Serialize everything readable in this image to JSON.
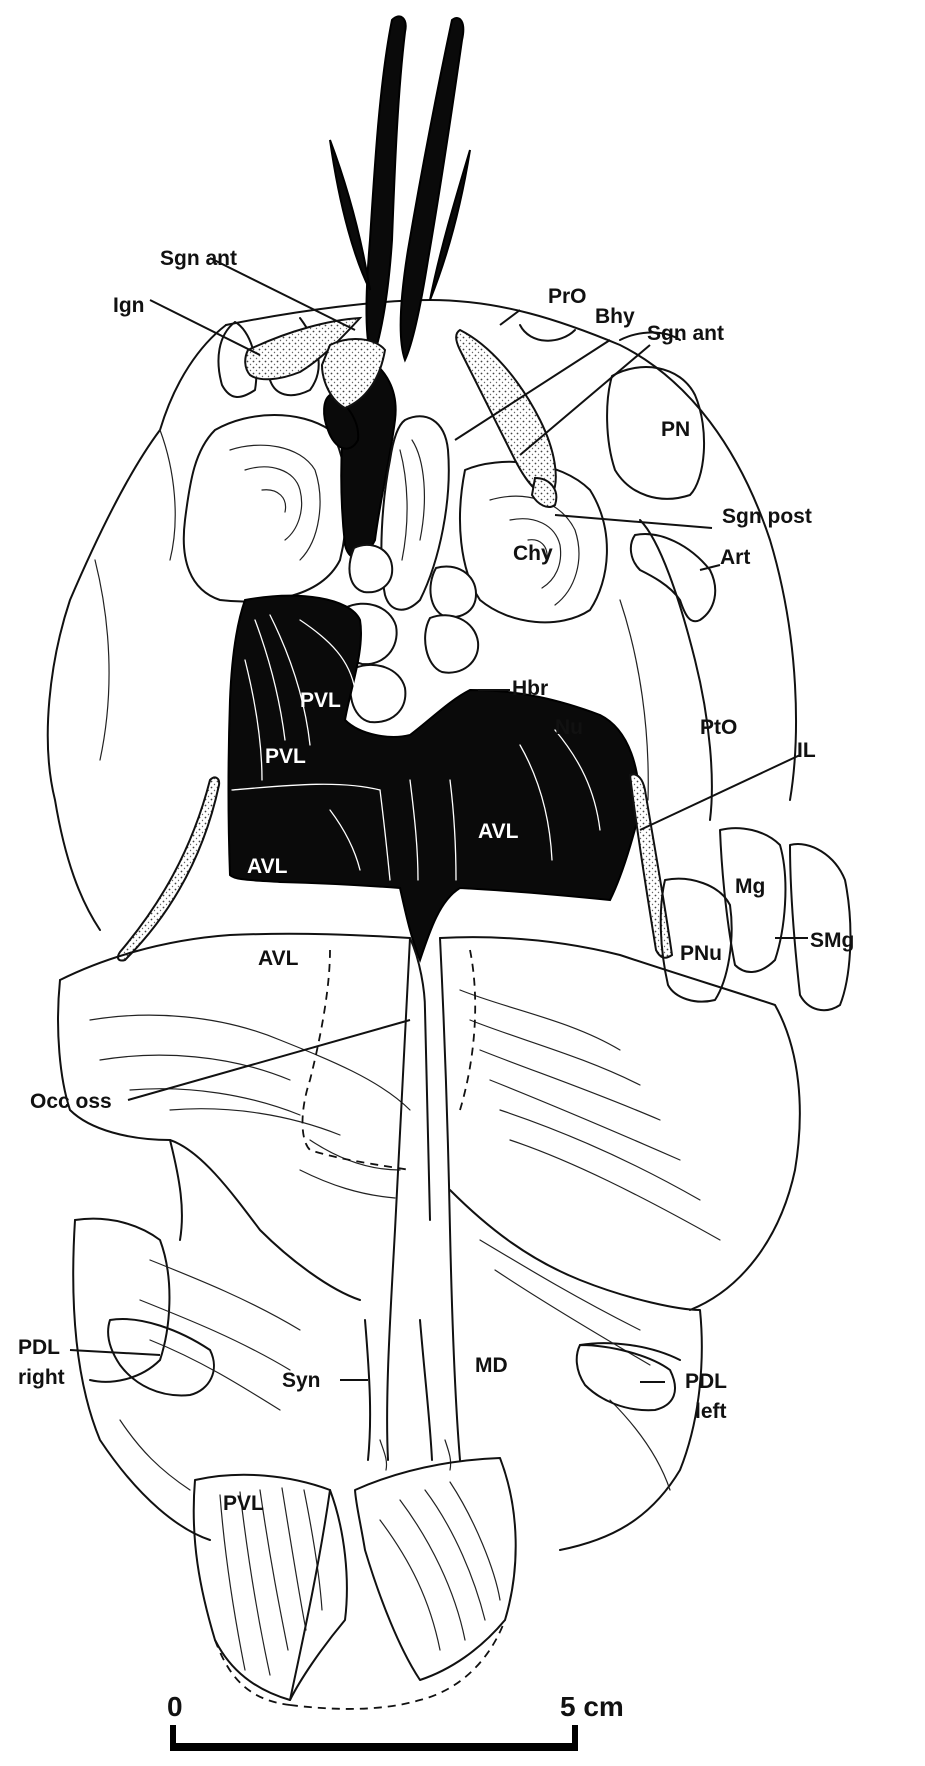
{
  "labels": {
    "sgn_ant_left": "Sgn ant",
    "ign": "Ign",
    "pro": "PrO",
    "bhy": "Bhy",
    "sgn_ant_right": "Sgn ant",
    "pn": "PN",
    "sgn_post": "Sgn post",
    "chy": "Chy",
    "art": "Art",
    "hbr": "Hbr",
    "pvl_upper": "PVL",
    "pvl_mid": "PVL",
    "nu": "Nu",
    "pto": "PtO",
    "il": "IL",
    "avl_dark_left": "AVL",
    "avl_dark_right": "AVL",
    "mg": "Mg",
    "smg": "SMg",
    "pnu": "PNu",
    "avl_plain": "AVL",
    "occ_oss": "Occ oss",
    "pdl_right_1": "PDL",
    "pdl_right_2": "right",
    "syn": "Syn",
    "md": "MD",
    "pdl_left_1": "PDL",
    "pdl_left_2": "left",
    "pvl_lower": "PVL"
  },
  "scale_bar": {
    "start": "0",
    "end": "5 cm"
  },
  "colors": {
    "ink": "#111111",
    "paper": "#ffffff"
  }
}
